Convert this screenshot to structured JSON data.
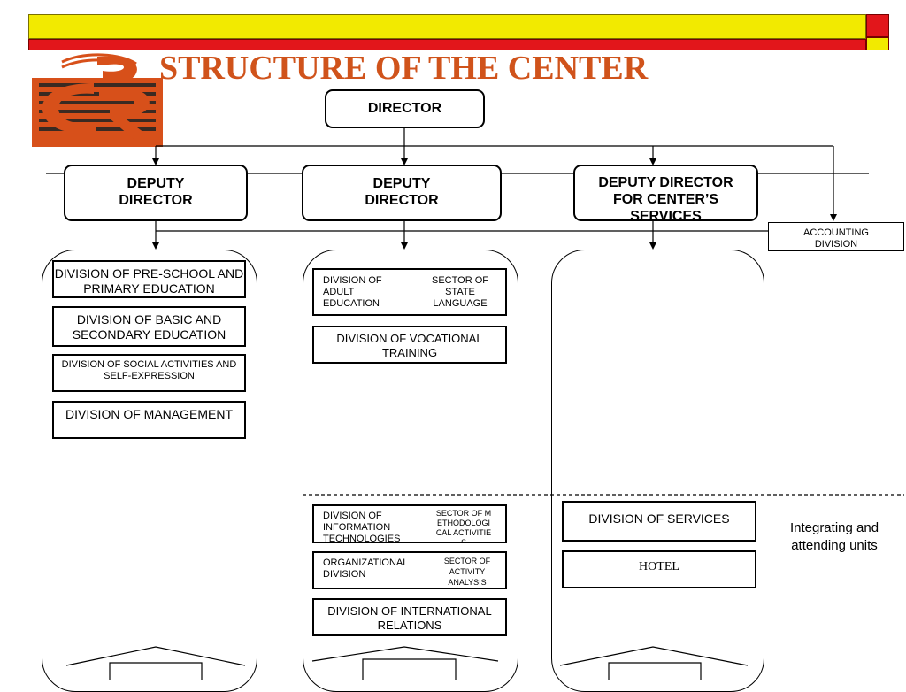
{
  "slide": {
    "title": "STRUCTURE OF THE CENTER",
    "logo_letters": "CPR",
    "colors": {
      "title": "#d0531b",
      "accent_red": "#e2161b",
      "accent_yellow": "#f2ea00",
      "logo": "#d7501a"
    }
  },
  "org": {
    "director": "DIRECTOR",
    "deputy_left": "DEPUTY DIRECTOR",
    "deputy_mid": "DEPUTY DIRECTOR",
    "deputy_right": "DEPUTY DIRECTOR FOR CENTER’S SERVICES",
    "accounting": "ACCOUNTING DIVISION",
    "left_units": {
      "preschool": "DIVISION OF PRE-SCHOOL AND PRIMARY EDUCATION",
      "basic": "DIVISION OF BASIC AND SECONDARY EDUCATION",
      "social": "DIVISION OF SOCIAL ACTIVITIES AND SELF-EXPRESSION",
      "management": "DIVISION OF MANAGEMENT"
    },
    "mid_units": {
      "adult": "DIVISION OF ADULT EDUCATION",
      "state_language": "SECTOR OF STATE LANGUAGE",
      "vocational": "DIVISION OF VOCATIONAL TRAINING",
      "it": "DIVISION OF INFORMATION TECHNOLOGIES",
      "methodological": "SECTOR OF METHODOLOGICAL ACTIVITIES",
      "organizational": "ORGANIZATIONAL DIVISION",
      "activity_analysis": "SECTOR OF ACTIVITY ANALYSIS",
      "international": "DIVISION OF INTERNATIONAL RELATIONS"
    },
    "right_units": {
      "services": "DIVISION OF SERVICES",
      "hotel": "HOTEL"
    },
    "integrating_note": "Integrating and attending units"
  }
}
